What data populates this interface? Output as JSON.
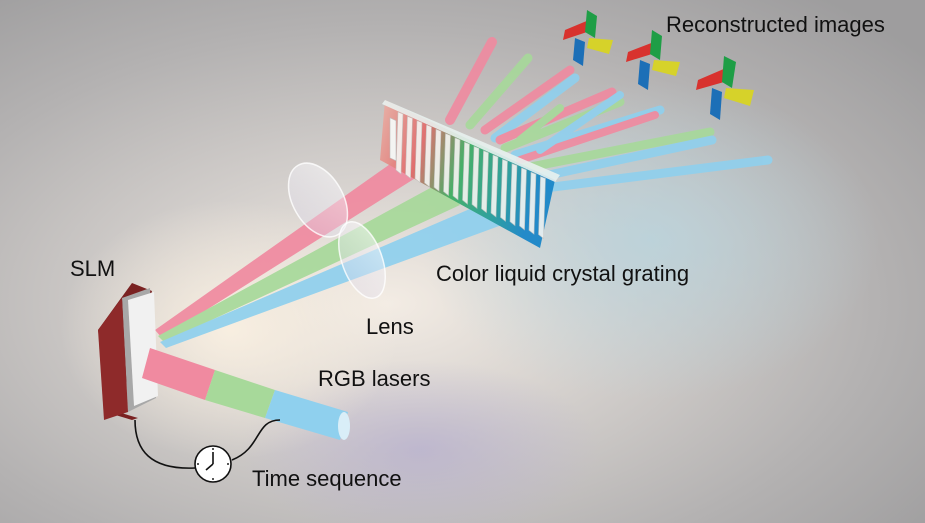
{
  "labels": {
    "reconstructed": "Reconstructed images",
    "slm": "SLM",
    "grating": "Color liquid crystal grating",
    "lens": "Lens",
    "lasers": "RGB lasers",
    "time": "Time sequence"
  },
  "colors": {
    "red_beam": "#f08aa0",
    "green_beam": "#a7d99a",
    "blue_beam": "#8fd0ee",
    "slm_body": "#8e2a2a",
    "icon_red": "#d8322e",
    "icon_green": "#1e9e46",
    "icon_blue": "#1c6fb7",
    "icon_yellow": "#d6d22a"
  }
}
